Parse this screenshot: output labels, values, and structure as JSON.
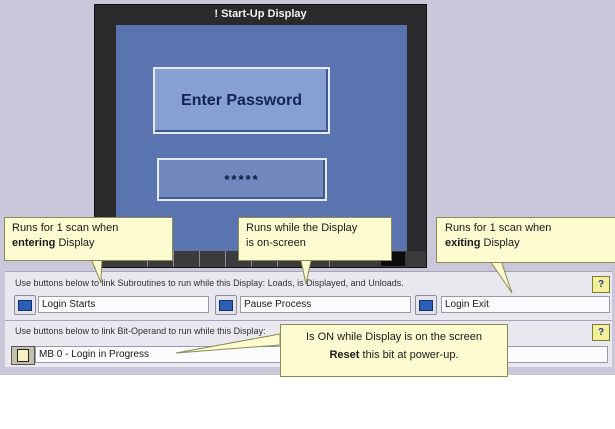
{
  "hmi": {
    "title": "! Start-Up Display",
    "password_button_label": "Enter Password",
    "password_field_value": "*****"
  },
  "panel_subroutines": {
    "instruction": "Use buttons below to link Subroutines to run while this Display:  Loads, is Displayed, and Unloads.",
    "help_icon": "help-icon",
    "slots": [
      {
        "label": "Login Starts"
      },
      {
        "label": "Pause Process"
      },
      {
        "label": "Login Exit"
      }
    ]
  },
  "panel_bit": {
    "instruction": "Use buttons below to link Bit-Operand to run while this Display:",
    "help_icon": "help-icon",
    "operand": "MB 0  - Login in Progress"
  },
  "callouts": {
    "entering": {
      "prefix": "Runs for 1 scan when",
      "bold": "entering",
      "suffix": " Display"
    },
    "onscreen": {
      "line1": "Runs while the Display",
      "line2": "is on-screen"
    },
    "exiting": {
      "prefix": "Runs for 1 scan when",
      "bold": "exiting",
      "suffix": " Display"
    },
    "bit": {
      "line1": "Is ON while Display is on the screen",
      "bold": "Reset",
      "suffix": " this bit at power-up."
    }
  },
  "colors": {
    "background": "#c9c7d9",
    "hmi_frame": "#2a2a2c",
    "hmi_screen": "#5a74b0",
    "button_fill": "#86a0d4",
    "callout_fill": "#fdfcd0"
  }
}
